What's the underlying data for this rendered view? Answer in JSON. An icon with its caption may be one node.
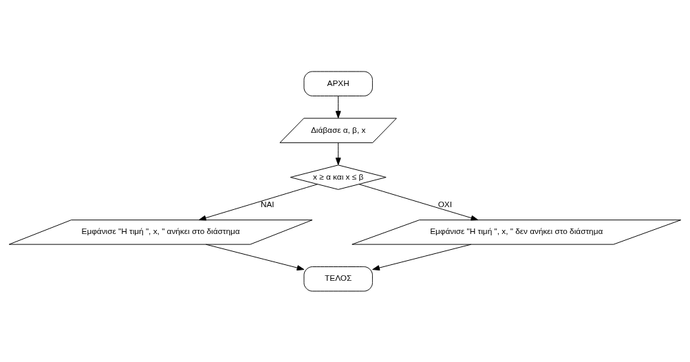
{
  "diagram": {
    "nodes": [
      {
        "text": [
          "ΑΡΧΗ"
        ]
      },
      {
        "text": [
          "Διάβασε α, β, x"
        ]
      },
      {
        "text": [
          "x ≥ α και x ≤ β"
        ]
      },
      {
        "text": [
          "Εμφάνισε \"Η τιμή \", x, \" ανήκει στο διάστημα"
        ]
      },
      {
        "text": [
          "Εμφάνισε \"Η τιμή \", x, \" δεν ανήκει στο διάστημα"
        ]
      },
      {
        "text": [
          "ΤΕΛΟΣ"
        ]
      }
    ],
    "edges": [
      {
        "from": 0,
        "to": 1,
        "arrow": "to"
      },
      {
        "from": 1,
        "to": 2,
        "arrow": "to"
      },
      {
        "from": 2,
        "to": 3,
        "arrow": "to",
        "label": "ΝΑΙ"
      },
      {
        "from": 2,
        "to": 4,
        "arrow": "to",
        "label": "ΟΧΙ"
      },
      {
        "from": 3,
        "to": 5,
        "arrow": "to"
      },
      {
        "from": 4,
        "to": 5,
        "arrow": "to"
      }
    ]
  }
}
